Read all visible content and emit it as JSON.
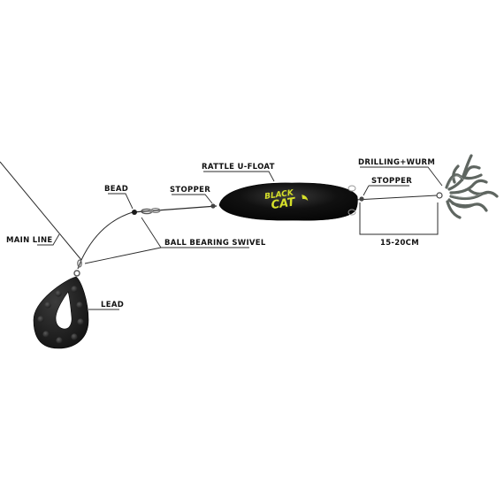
{
  "diagram": {
    "labels": {
      "main_line": "MAIN LINE",
      "bead": "BEAD",
      "stopper_left": "STOPPER",
      "rattle_float": "RATTLE U-FLOAT",
      "drilling_wurm": "DRILLING+WURM",
      "stopper_right": "STOPPER",
      "distance": "15-20CM",
      "ball_bearing_swivel": "BALL BEARING SWIVEL",
      "lead": "LEAD"
    },
    "float_logo": {
      "line1": "BLACK",
      "line2": "CAT"
    },
    "colors": {
      "line": "#2b2b2b",
      "float_body": "#0d0d0d",
      "lead_body": "#1a1a1a",
      "brand_yellow": "#d6e02a",
      "worm": "#5f6661"
    }
  }
}
